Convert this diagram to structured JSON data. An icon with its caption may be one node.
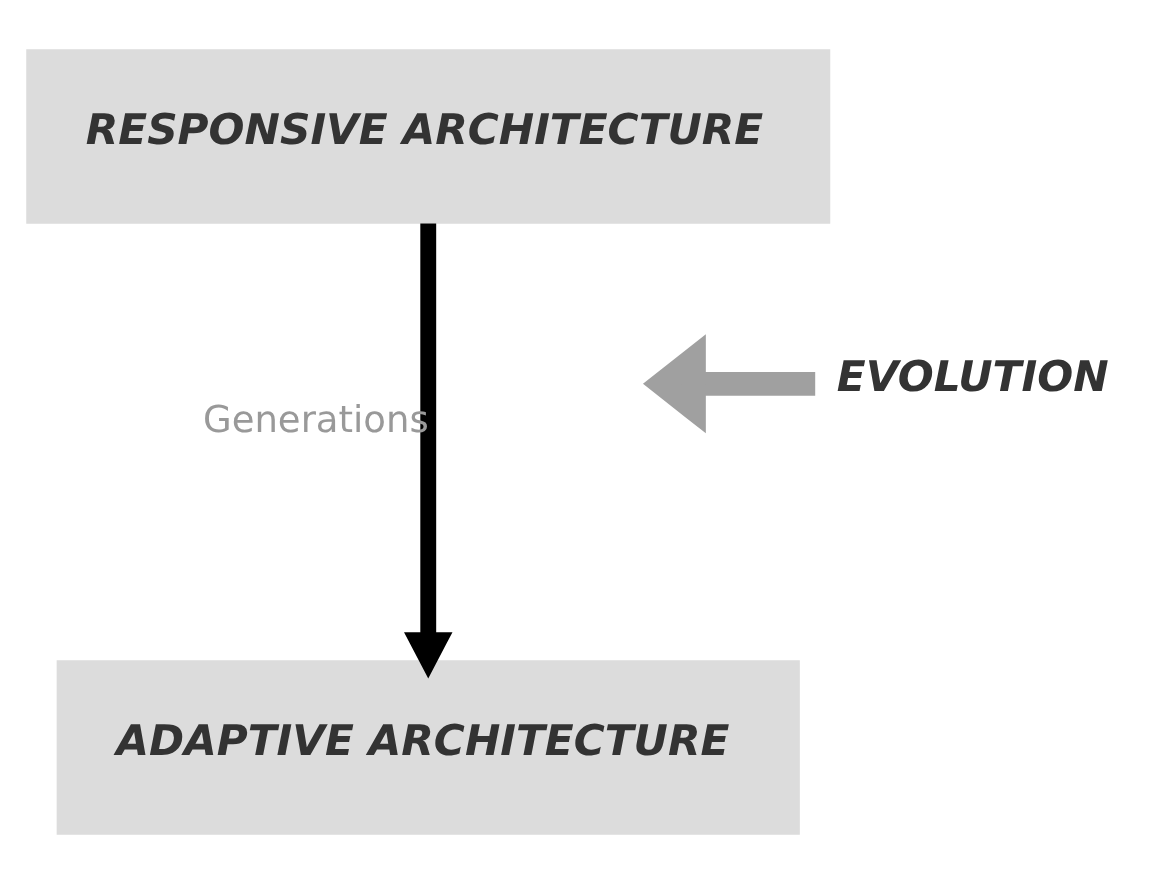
{
  "diagram": {
    "nodes": [
      {
        "text": [
          "RESPONSIVE ARCHITECTURE"
        ]
      },
      {
        "text": [
          "ADAPTIVE ARCHITECTURE"
        ]
      },
      {
        "text": [
          "EVOLUTION"
        ]
      }
    ],
    "edges": [
      {
        "from": 0,
        "to": 1,
        "arrow": "to",
        "label": "Generations"
      },
      {
        "from": 2,
        "to": null,
        "arrow": "to",
        "color": "#a0a0a0"
      }
    ]
  }
}
